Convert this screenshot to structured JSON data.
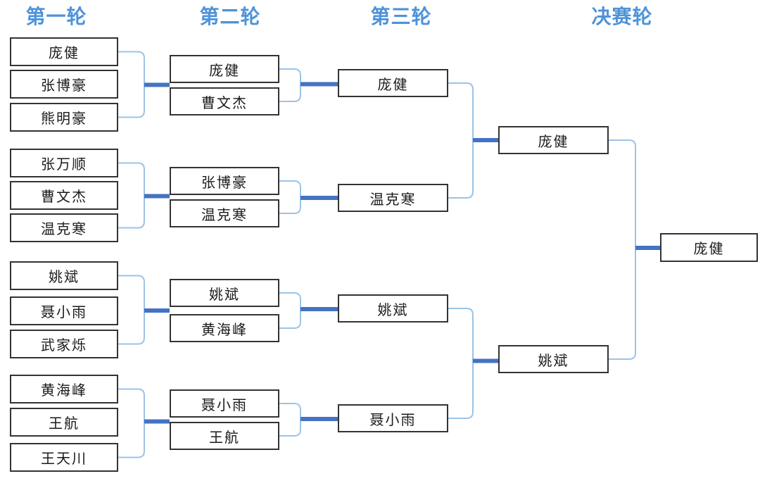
{
  "diagram_type": "tournament-bracket",
  "colors": {
    "header_text": "#4e93d9",
    "thick_line": "#4472c4",
    "thin_line": "#9cc3e8",
    "box_border": "#333333",
    "box_fill": "#ffffff",
    "label_text": "#1a1a1a"
  },
  "headers": {
    "round1": "第一轮",
    "round2": "第二轮",
    "round3": "第三轮",
    "final": "决赛轮"
  },
  "round1": {
    "groups": [
      {
        "players": [
          "庞健",
          "张博豪",
          "熊明豪"
        ]
      },
      {
        "players": [
          "张万顺",
          "曹文杰",
          "温克寒"
        ]
      },
      {
        "players": [
          "姚斌",
          "聂小雨",
          "武家烁"
        ]
      },
      {
        "players": [
          "黄海峰",
          "王航",
          "王天川"
        ]
      }
    ]
  },
  "round2": {
    "pairs": [
      [
        "庞健",
        "曹文杰"
      ],
      [
        "张博豪",
        "温克寒"
      ],
      [
        "姚斌",
        "黄海峰"
      ],
      [
        "聂小雨",
        "王航"
      ]
    ]
  },
  "round3": {
    "winners": [
      "庞健",
      "温克寒",
      "姚斌",
      "聂小雨"
    ]
  },
  "semifinal": {
    "winners": [
      "庞健",
      "姚斌"
    ]
  },
  "champion": "庞健"
}
